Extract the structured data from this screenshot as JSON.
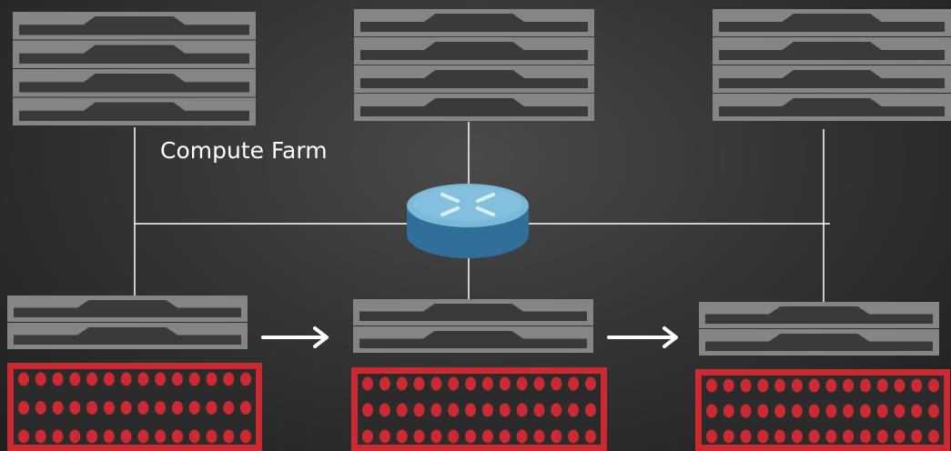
{
  "diagram": {
    "label": "Compute Farm",
    "colors": {
      "background": "#2e2e2e",
      "server_gray": "#858585",
      "server_face": "#3a3a3a",
      "storage_red": "#cc2a32",
      "storage_face": "#2b2b2b",
      "line": "#ffffff",
      "router_top": "#78b8d6",
      "router_side": "#2e6f98"
    },
    "icons": {
      "server": "rack-server-icon",
      "router": "router-icon",
      "storage": "disk-array-icon",
      "arrow": "right-arrow-icon"
    },
    "nodes": {
      "compute_servers": 3,
      "storage_servers": 3,
      "routers": 1
    }
  }
}
